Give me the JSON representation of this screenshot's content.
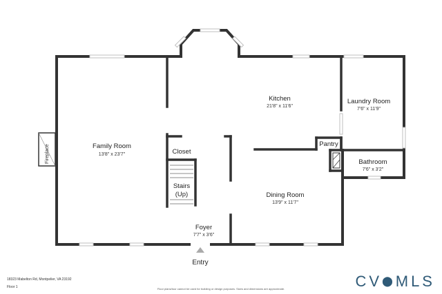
{
  "rooms": {
    "family": {
      "name": "Family Room",
      "dim": "13'8\" x 23'7\""
    },
    "kitchen": {
      "name": "Kitchen",
      "dim": "21'8\" x 11'6\""
    },
    "laundry": {
      "name": "Laundry Room",
      "dim": "7'6\" x 11'9\""
    },
    "pantry": {
      "name": "Pantry"
    },
    "bathroom": {
      "name": "Bathroom",
      "dim": "7'6\" x 3'2\""
    },
    "closet": {
      "name": "Closet"
    },
    "stairs": {
      "name_line1": "Stairs",
      "name_line2": "(Up)"
    },
    "dining": {
      "name": "Dining Room",
      "dim": "13'9\" x 11'7\""
    },
    "foyer": {
      "name": "Foyer",
      "dim": "7'7\" x 3'6\""
    },
    "fireplace": {
      "name": "Fireplace"
    }
  },
  "entry": {
    "label": "Entry"
  },
  "footer": {
    "address": "18323 Mabelton Rd, Montpelier, VA 23192",
    "floor": "Floor 1",
    "disclaimer": "Floor plans/tour cannot be used for building or design purposes. Sizes and dimensions are approximate."
  },
  "logo": {
    "text_left": "CV",
    "pin": "⬤",
    "text_right": "MLS"
  },
  "colors": {
    "wall": "#333333",
    "window": "#bfbfbf",
    "logo": "#2f5a77"
  }
}
